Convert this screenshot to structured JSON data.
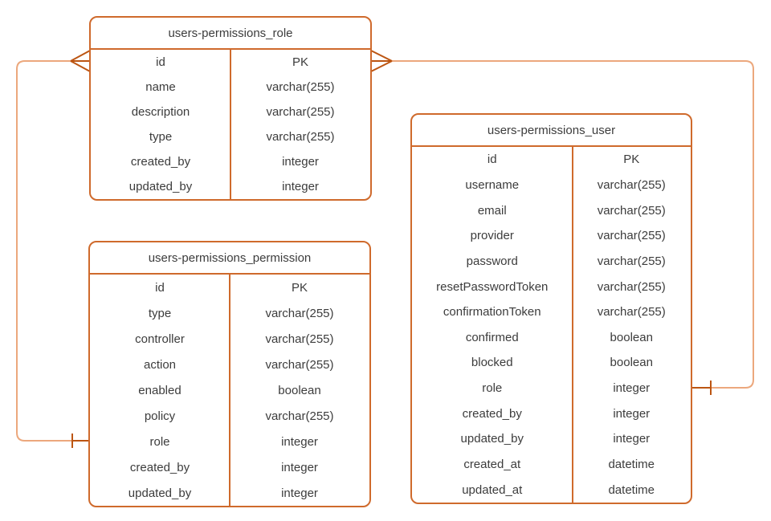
{
  "diagram": {
    "kind": "entity-relationship",
    "background": "#FFFFFF"
  },
  "colors": {
    "table_border": "#CF6A2C",
    "connector_line": "#ECA87D",
    "connector_marker": "#BC5512",
    "text": "#3C3C3C",
    "table_fill": "#FFFFFF"
  },
  "tables": [
    {
      "title": "users-permissions_role",
      "fields": [
        {
          "name": "id",
          "type": "PK"
        },
        {
          "name": "name",
          "type": "varchar(255)"
        },
        {
          "name": "description",
          "type": "varchar(255)"
        },
        {
          "name": "type",
          "type": "varchar(255)"
        },
        {
          "name": "created_by",
          "type": "integer"
        },
        {
          "name": "updated_by",
          "type": "integer"
        }
      ]
    },
    {
      "title": "users-permissions_permission",
      "fields": [
        {
          "name": "id",
          "type": "PK"
        },
        {
          "name": "type",
          "type": "varchar(255)"
        },
        {
          "name": "controller",
          "type": "varchar(255)"
        },
        {
          "name": "action",
          "type": "varchar(255)"
        },
        {
          "name": "enabled",
          "type": "boolean"
        },
        {
          "name": "policy",
          "type": "varchar(255)"
        },
        {
          "name": "role",
          "type": "integer"
        },
        {
          "name": "created_by",
          "type": "integer"
        },
        {
          "name": "updated_by",
          "type": "integer"
        }
      ]
    },
    {
      "title": "users-permissions_user",
      "fields": [
        {
          "name": "id",
          "type": "PK"
        },
        {
          "name": "username",
          "type": "varchar(255)"
        },
        {
          "name": "email",
          "type": "varchar(255)"
        },
        {
          "name": "provider",
          "type": "varchar(255)"
        },
        {
          "name": "password",
          "type": "varchar(255)"
        },
        {
          "name": "resetPasswordToken",
          "type": "varchar(255)"
        },
        {
          "name": "confirmationToken",
          "type": "varchar(255)"
        },
        {
          "name": "confirmed",
          "type": "boolean"
        },
        {
          "name": "blocked",
          "type": "boolean"
        },
        {
          "name": "role",
          "type": "integer"
        },
        {
          "name": "created_by",
          "type": "integer"
        },
        {
          "name": "updated_by",
          "type": "integer"
        },
        {
          "name": "created_at",
          "type": "datetime"
        },
        {
          "name": "updated_at",
          "type": "datetime"
        }
      ]
    }
  ],
  "relationships": [
    {
      "from_table": "users-permissions_role",
      "from_field": "id",
      "from_marker": "crow-foot-many",
      "to_table": "users-permissions_permission",
      "to_field": "role",
      "to_marker": "one-tick"
    },
    {
      "from_table": "users-permissions_role",
      "from_field": "id",
      "from_marker": "crow-foot-many",
      "to_table": "users-permissions_user",
      "to_field": "role",
      "to_marker": "one-tick"
    }
  ]
}
